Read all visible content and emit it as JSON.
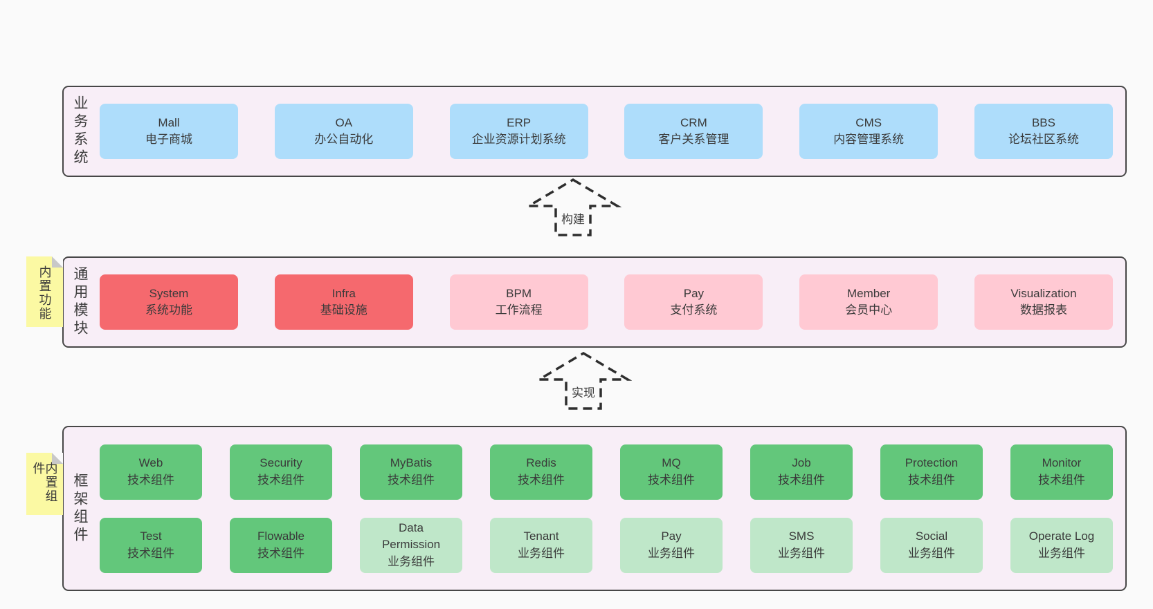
{
  "diagram": {
    "bands": [
      {
        "label": "业务系统",
        "boxes": [
          {
            "title": "Mall",
            "subtitle": "电子商城"
          },
          {
            "title": "OA",
            "subtitle": "办公自动化"
          },
          {
            "title": "ERP",
            "subtitle": "企业资源计划系统"
          },
          {
            "title": "CRM",
            "subtitle": "客户关系管理"
          },
          {
            "title": "CMS",
            "subtitle": "内容管理系统"
          },
          {
            "title": "BBS",
            "subtitle": "论坛社区系统"
          }
        ]
      },
      {
        "label": "通用模块",
        "note": "内置功能",
        "boxes": [
          {
            "title": "System",
            "subtitle": "系统功能"
          },
          {
            "title": "Infra",
            "subtitle": "基础设施"
          },
          {
            "title": "BPM",
            "subtitle": "工作流程"
          },
          {
            "title": "Pay",
            "subtitle": "支付系统"
          },
          {
            "title": "Member",
            "subtitle": "会员中心"
          },
          {
            "title": "Visualization",
            "subtitle": "数据报表"
          }
        ]
      },
      {
        "label": "框架组件",
        "note": "内置组件",
        "rows": [
          [
            {
              "title": "Web",
              "subtitle": "技术组件"
            },
            {
              "title": "Security",
              "subtitle": "技术组件"
            },
            {
              "title": "MyBatis",
              "subtitle": "技术组件"
            },
            {
              "title": "Redis",
              "subtitle": "技术组件"
            },
            {
              "title": "MQ",
              "subtitle": "技术组件"
            },
            {
              "title": "Job",
              "subtitle": "技术组件"
            },
            {
              "title": "Protection",
              "subtitle": "技术组件"
            },
            {
              "title": "Monitor",
              "subtitle": "技术组件"
            }
          ],
          [
            {
              "title": "Test",
              "subtitle": "技术组件"
            },
            {
              "title": "Flowable",
              "subtitle": "技术组件"
            },
            {
              "title": "Data Permission",
              "subtitle": "业务组件"
            },
            {
              "title": "Tenant",
              "subtitle": "业务组件"
            },
            {
              "title": "Pay",
              "subtitle": "业务组件"
            },
            {
              "title": "SMS",
              "subtitle": "业务组件"
            },
            {
              "title": "Social",
              "subtitle": "业务组件"
            },
            {
              "title": "Operate Log",
              "subtitle": "业务组件"
            }
          ]
        ]
      }
    ],
    "arrows": [
      {
        "label": "构建"
      },
      {
        "label": "实现"
      }
    ],
    "colors": {
      "page_bg": "#fafafa",
      "band_bg": "#f8eef7",
      "band_border": "#474747",
      "system_blue": "#aeddfb",
      "module_red": "#f5696e",
      "module_pink": "#ffc9d3",
      "component_green": "#63c77b",
      "component_light_green": "#bfe7c9",
      "sticky_yellow": "#fbf9a3",
      "fold_gray": "#c8c8c8",
      "text": "#3a3a3a"
    }
  }
}
